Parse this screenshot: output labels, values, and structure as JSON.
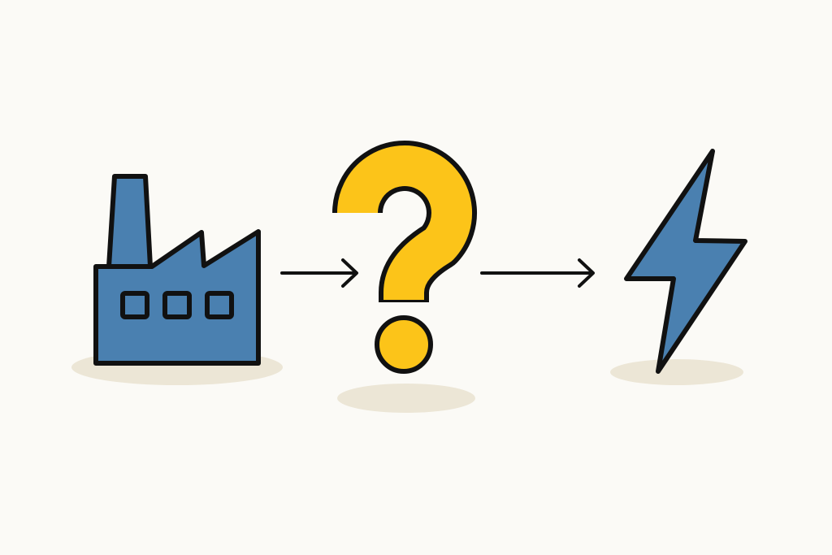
{
  "diagram": {
    "nodes": [
      {
        "id": "factory",
        "icon": "factory-icon"
      },
      {
        "id": "unknown",
        "icon": "question-mark-icon"
      },
      {
        "id": "energy",
        "icon": "lightning-bolt-icon"
      }
    ],
    "edges": [
      {
        "from": "factory",
        "to": "unknown"
      },
      {
        "from": "unknown",
        "to": "energy"
      }
    ]
  },
  "colors": {
    "background": "#fbfaf6",
    "blue": "#4a80b0",
    "yellow": "#fcc419",
    "outline": "#111111",
    "shadow": "#ece6d6"
  }
}
